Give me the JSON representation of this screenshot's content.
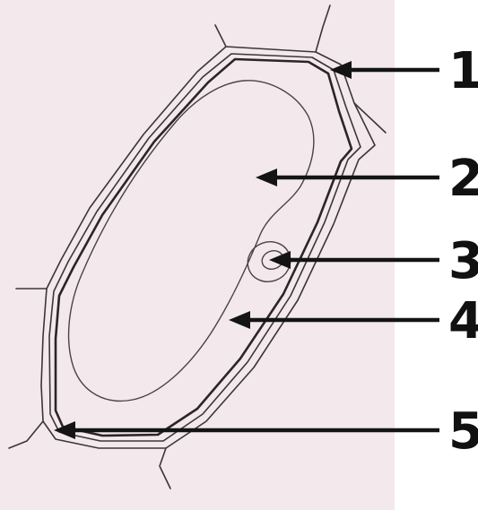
{
  "figure": {
    "callouts": [
      {
        "number": "1"
      },
      {
        "number": "2"
      },
      {
        "number": "3"
      },
      {
        "number": "4"
      },
      {
        "number": "5"
      }
    ]
  },
  "colors": {
    "paper": "#f3e8ec",
    "ink": "#3c3536",
    "arrow": "#141414"
  }
}
